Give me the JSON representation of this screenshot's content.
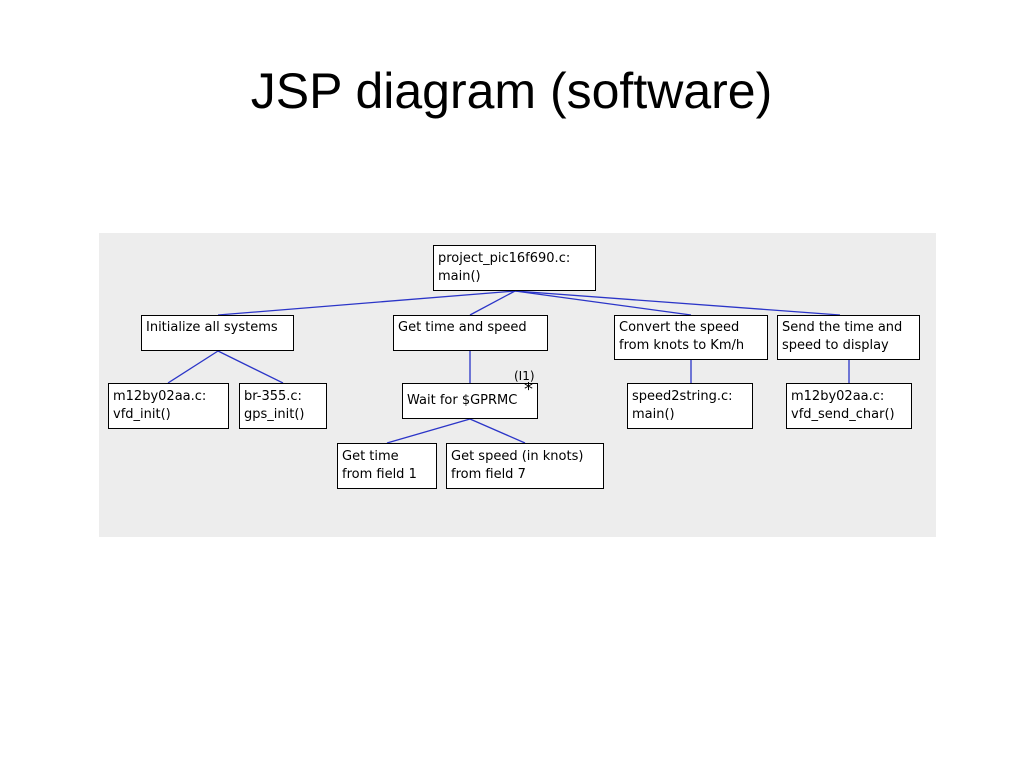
{
  "slide": {
    "title": "JSP diagram (software)"
  },
  "diagram": {
    "line_color": "#2b35c8",
    "panel_color": "#ededed",
    "nodes": {
      "root": {
        "lines": [
          "project_pic16f690.c:",
          "main()"
        ]
      },
      "init": {
        "lines": [
          "Initialize all systems"
        ]
      },
      "get_time_speed": {
        "lines": [
          "Get time and speed"
        ]
      },
      "convert": {
        "lines": [
          "Convert the speed",
          "from knots to Km/h"
        ]
      },
      "send": {
        "lines": [
          "Send the time and",
          "speed to display"
        ]
      },
      "vfd_init": {
        "lines": [
          "m12by02aa.c:",
          "vfd_init()"
        ]
      },
      "gps_init": {
        "lines": [
          "br-355.c:",
          "gps_init()"
        ]
      },
      "wait": {
        "lines": [
          "Wait for $GPRMC"
        ],
        "iteration_label": "(I1)",
        "iteration_mark": "*"
      },
      "speed2string": {
        "lines": [
          "speed2string.c:",
          "main()"
        ]
      },
      "vfd_send": {
        "lines": [
          "m12by02aa.c:",
          "vfd_send_char()"
        ]
      },
      "get_time": {
        "lines": [
          "Get time",
          "from field 1"
        ]
      },
      "get_speed": {
        "lines": [
          "Get speed (in knots)",
          "from field 7"
        ]
      }
    }
  }
}
